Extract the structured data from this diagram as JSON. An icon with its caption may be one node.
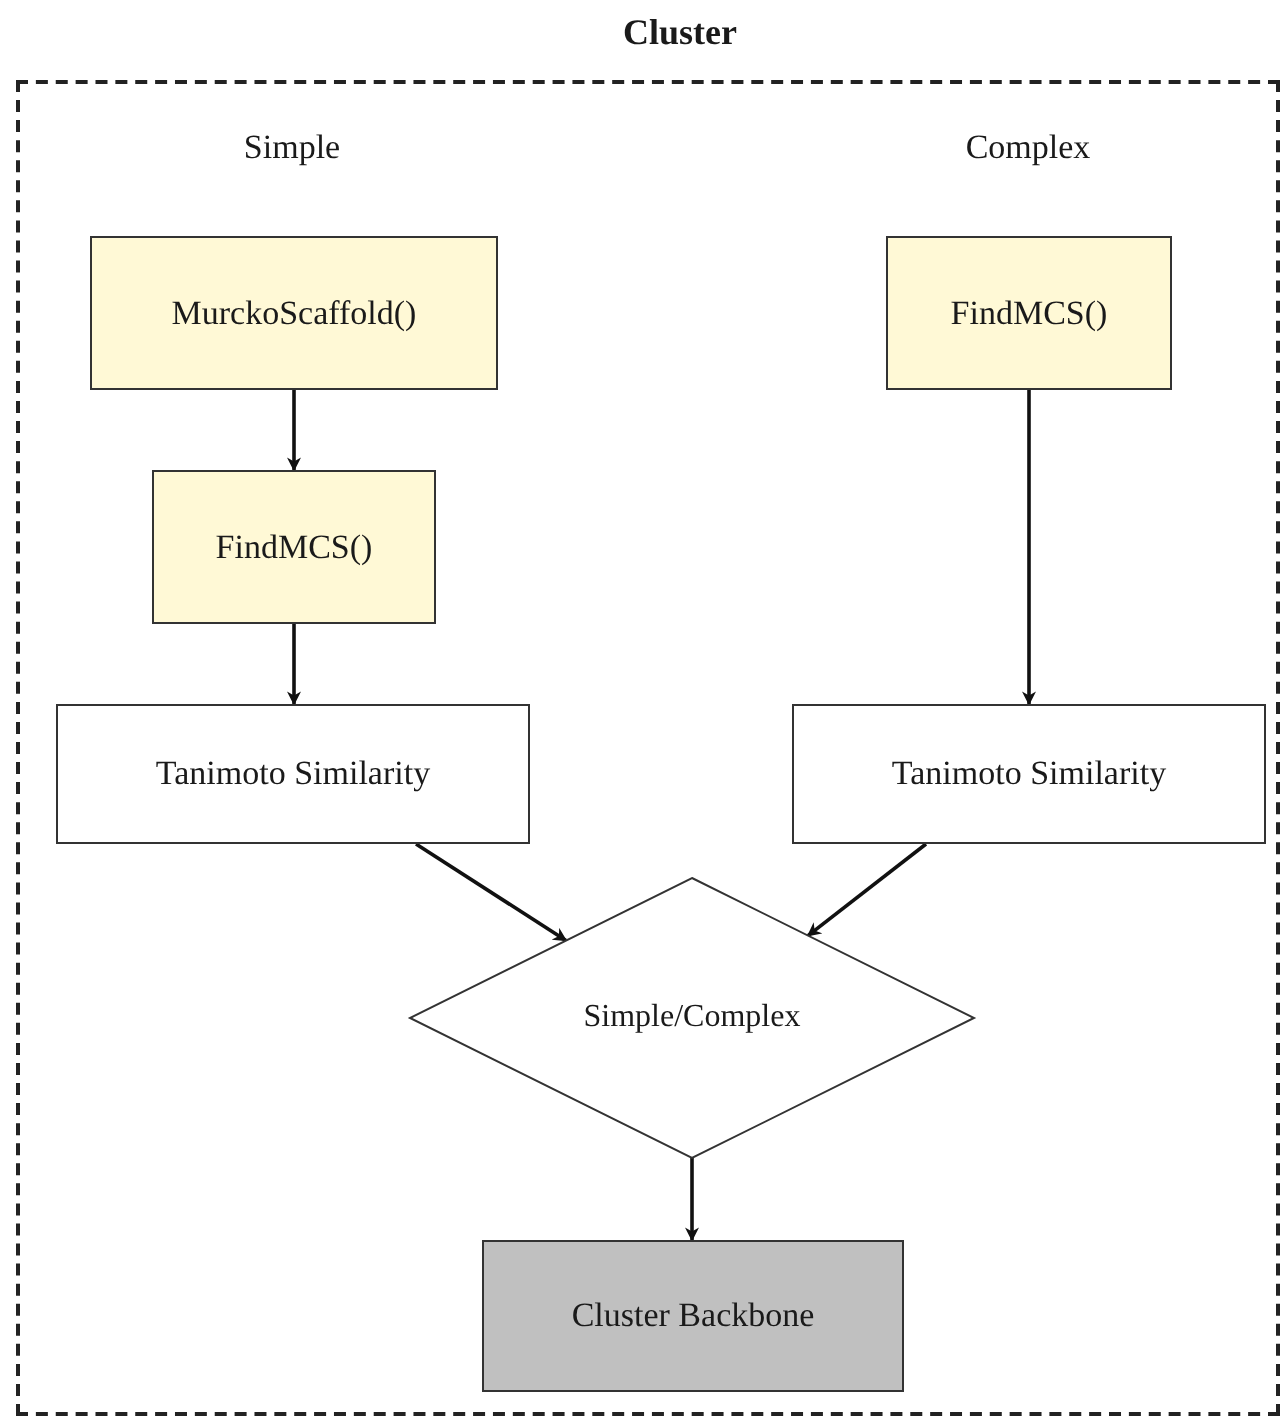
{
  "diagram": {
    "nodes": [
      {
        "text": [
          "Cluster"
        ]
      },
      {
        "text": [
          "MurckoScaffold()"
        ],
        "in": 0
      },
      {
        "text": [
          "FindMCS()"
        ],
        "in": 0
      },
      {
        "text": [
          "FindMCS()"
        ],
        "in": 0
      },
      {
        "text": [
          "Tanimoto Similarity"
        ],
        "in": 0
      },
      {
        "text": [
          "Tanimoto Similarity"
        ],
        "in": 0
      },
      {
        "text": [
          "Simple/Complex"
        ],
        "in": 0
      },
      {
        "text": [
          "Cluster Backbone"
        ],
        "in": 0
      }
    ],
    "edges": [
      {
        "from": 1,
        "to": 3,
        "arrow": "to"
      },
      {
        "from": 3,
        "to": 4,
        "arrow": "to"
      },
      {
        "from": 2,
        "to": 5,
        "arrow": "to"
      },
      {
        "from": 4,
        "to": 6,
        "arrow": "to"
      },
      {
        "from": 5,
        "to": 6,
        "arrow": "to"
      },
      {
        "from": 6,
        "to": 7,
        "arrow": "to"
      }
    ],
    "labels": [
      "Simple",
      "Complex"
    ]
  }
}
